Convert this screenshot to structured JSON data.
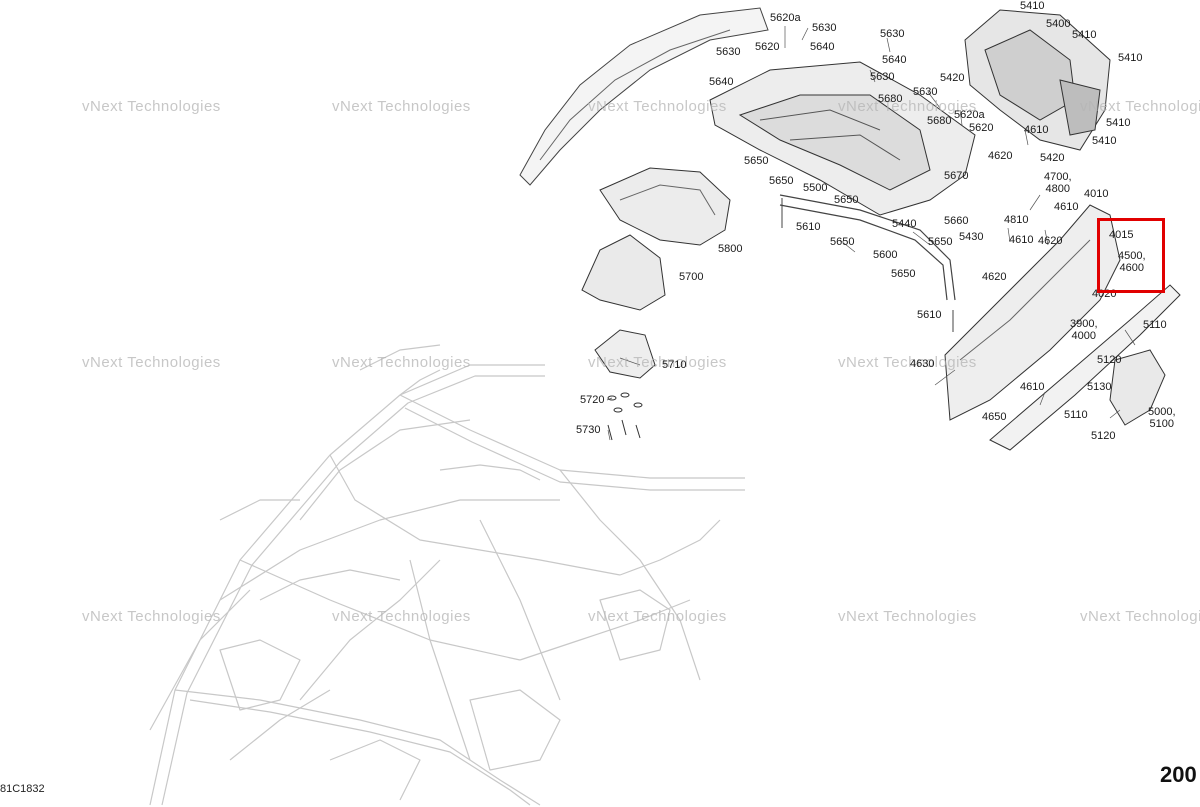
{
  "diagram": {
    "code": "81C1832",
    "page_number": "200",
    "highlight_color": "#e10000",
    "highlighted_callout": "4015 / 4500, 4600",
    "watermark_text": "vNext Technologies"
  },
  "callouts": [
    {
      "id": "c01",
      "text": "5620a"
    },
    {
      "id": "c02",
      "text": "5630"
    },
    {
      "id": "c03",
      "text": "5620"
    },
    {
      "id": "c04",
      "text": "5640"
    },
    {
      "id": "c05",
      "text": "5630"
    },
    {
      "id": "c06",
      "text": "5630"
    },
    {
      "id": "c07",
      "text": "5640"
    },
    {
      "id": "c08",
      "text": "5630"
    },
    {
      "id": "c09",
      "text": "5640"
    },
    {
      "id": "c10",
      "text": "5630"
    },
    {
      "id": "c11",
      "text": "5680"
    },
    {
      "id": "c12",
      "text": "5420"
    },
    {
      "id": "c13",
      "text": "5620a"
    },
    {
      "id": "c14",
      "text": "5680"
    },
    {
      "id": "c15",
      "text": "5620"
    },
    {
      "id": "c16",
      "text": "5410"
    },
    {
      "id": "c17",
      "text": "5400"
    },
    {
      "id": "c18",
      "text": "5410"
    },
    {
      "id": "c19",
      "text": "5410"
    },
    {
      "id": "c20",
      "text": "5410"
    },
    {
      "id": "c21",
      "text": "5410"
    },
    {
      "id": "c22",
      "text": "4610"
    },
    {
      "id": "c23",
      "text": "4620"
    },
    {
      "id": "c24",
      "text": "5420"
    },
    {
      "id": "c25",
      "text": "4700,\n4800"
    },
    {
      "id": "c26",
      "text": "5650"
    },
    {
      "id": "c27",
      "text": "5650"
    },
    {
      "id": "c28",
      "text": "5500"
    },
    {
      "id": "c29",
      "text": "5670"
    },
    {
      "id": "c30",
      "text": "5650"
    },
    {
      "id": "c31",
      "text": "5440"
    },
    {
      "id": "c32",
      "text": "5660"
    },
    {
      "id": "c33",
      "text": "4810"
    },
    {
      "id": "c34",
      "text": "4010"
    },
    {
      "id": "c35",
      "text": "4015"
    },
    {
      "id": "c36",
      "text": "4500,\n4600"
    },
    {
      "id": "c37",
      "text": "5610"
    },
    {
      "id": "c38",
      "text": "5650"
    },
    {
      "id": "c39",
      "text": "5430"
    },
    {
      "id": "c40",
      "text": "5650"
    },
    {
      "id": "c41",
      "text": "4610"
    },
    {
      "id": "c42",
      "text": "4620"
    },
    {
      "id": "c43",
      "text": "4610"
    },
    {
      "id": "c44",
      "text": "5600"
    },
    {
      "id": "c45",
      "text": "5650"
    },
    {
      "id": "c46",
      "text": "4620"
    },
    {
      "id": "c47",
      "text": "4020"
    },
    {
      "id": "c48",
      "text": "5800"
    },
    {
      "id": "c49",
      "text": "5700"
    },
    {
      "id": "c50",
      "text": "5610"
    },
    {
      "id": "c51",
      "text": "3900,\n4000"
    },
    {
      "id": "c52",
      "text": "5110"
    },
    {
      "id": "c53",
      "text": "5710"
    },
    {
      "id": "c54",
      "text": "4630"
    },
    {
      "id": "c55",
      "text": "5120"
    },
    {
      "id": "c56",
      "text": "5130"
    },
    {
      "id": "c57",
      "text": "4610"
    },
    {
      "id": "c58",
      "text": "5720"
    },
    {
      "id": "c59",
      "text": "4650"
    },
    {
      "id": "c60",
      "text": "5110"
    },
    {
      "id": "c61",
      "text": "5000,\n5100"
    },
    {
      "id": "c62",
      "text": "5730"
    },
    {
      "id": "c63",
      "text": "5120"
    }
  ]
}
